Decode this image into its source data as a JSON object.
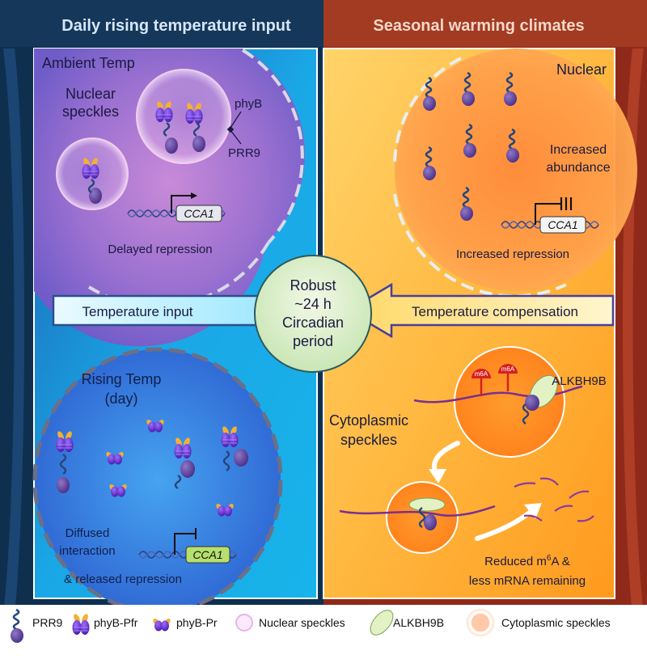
{
  "header": {
    "left_title": "Daily rising temperature input",
    "right_title": "Seasonal warming climates"
  },
  "ambient": {
    "title": "Ambient Temp",
    "nuclear_speckles": [
      "Nuclear",
      "speckles"
    ],
    "phyb": "phyB",
    "prr9": "PRR9",
    "gene": "CCA1",
    "caption": "Delayed repression"
  },
  "nuclear": {
    "title": "Nuclear",
    "abundance": [
      "Increased",
      "abundance"
    ],
    "gene": "CCA1",
    "caption": "Increased repression"
  },
  "center": {
    "lines": [
      "Robust",
      "~24 h",
      "Circadian",
      "period"
    ],
    "left_arrow": "Temperature input",
    "right_arrow": "Temperature compensation"
  },
  "rising": {
    "title": [
      "Rising Temp",
      "(day)"
    ],
    "caption": [
      "Diffused",
      "interaction",
      "& released repression"
    ],
    "gene": "CCA1"
  },
  "cytoplasmic": {
    "title": [
      "Cytoplasmic",
      "speckles"
    ],
    "m6a": "m6A",
    "alkbh9b": "ALKBH9B",
    "caption_line1_pre": "Reduced m",
    "caption_line1_sup": "6",
    "caption_line1_post": "A &",
    "caption_line2": "less mRNA remaining"
  },
  "legend": {
    "items": [
      "PRR9",
      "phyB-Pfr",
      "phyB-Pr",
      "Nuclear speckles",
      "ALKBH9B",
      "Cytoplasmic speckles"
    ]
  },
  "colors": {
    "header_left": "#14375a",
    "header_right": "#a33a22",
    "prr9": "#5b3f9b",
    "phyb": "#6a35c8",
    "phyb_tip": "#f2b134",
    "m6a": "#d42020"
  }
}
